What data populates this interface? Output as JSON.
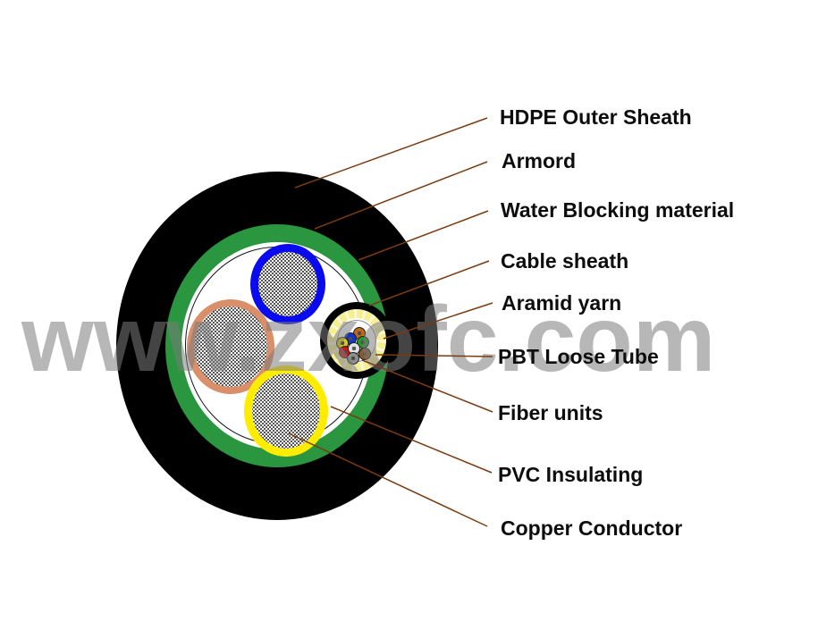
{
  "watermark": {
    "text": "www.zxofc.com",
    "color": "#8c8c8c"
  },
  "diagram": {
    "subject": "cable cross-section",
    "labels": [
      {
        "text": "HDPE Outer Sheath"
      },
      {
        "text": "Armord"
      },
      {
        "text": "Water Blocking material"
      },
      {
        "text": "Cable sheath"
      },
      {
        "text": "Aramid yarn"
      },
      {
        "text": "PBT Loose Tube"
      },
      {
        "text": "Fiber units"
      },
      {
        "text": "PVC Insulating"
      },
      {
        "text": "Copper Conductor"
      }
    ],
    "colors": {
      "outer_sheath_black": "#000000",
      "armor_green": "#2a9640",
      "blue_insulation": "#0a0aee",
      "copper_conductor_salmon": "#d88f6a",
      "yellow_insulation": "#ffec00",
      "aramid_yarn_pale_yellow": "#f4ee95",
      "loose_tube_black": "#000000",
      "leader_line_brown": "#7a3b10",
      "label_text": "#0d0d0d"
    },
    "fiber_unit_colors": [
      "orange",
      "blue",
      "green",
      "yellow",
      "red",
      "white",
      "brown",
      "slate"
    ]
  }
}
